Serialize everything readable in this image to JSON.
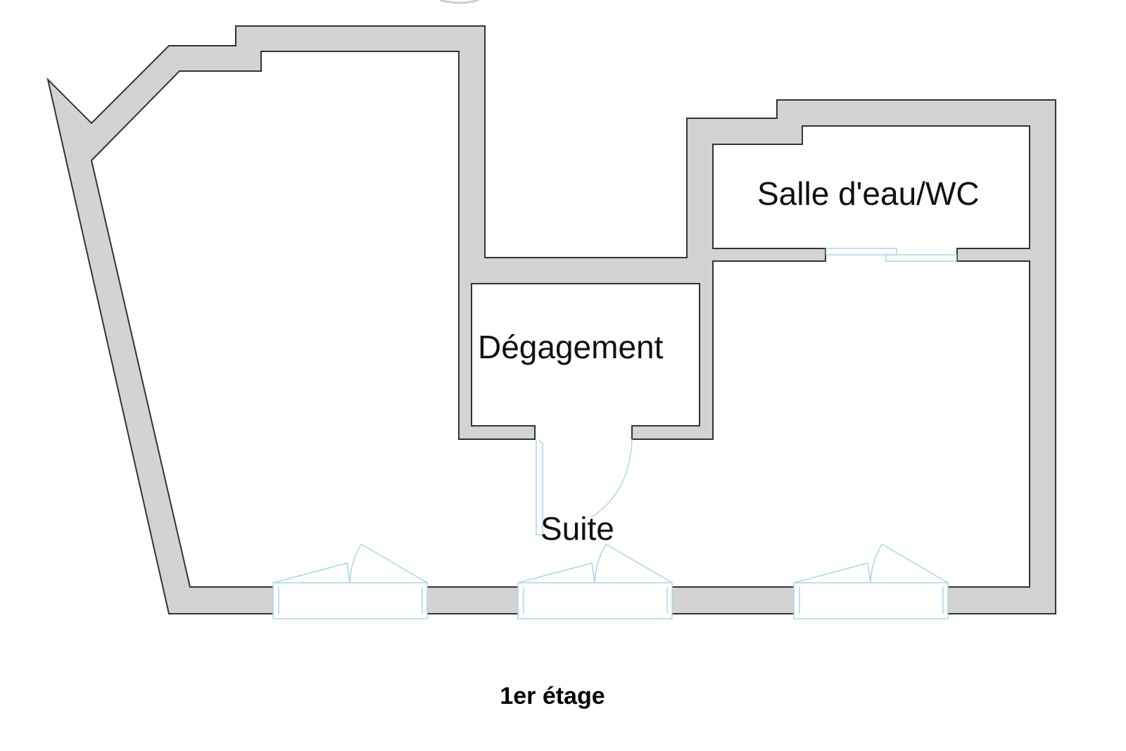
{
  "plan": {
    "rooms": [
      {
        "name": "Salle d'eau/WC"
      },
      {
        "name": "Dégagement"
      },
      {
        "name": "Suite"
      }
    ],
    "caption": "1er étage",
    "colors": {
      "wall": "#d3d3d3",
      "outline": "#333333",
      "opening": "#a8d8e8"
    }
  }
}
